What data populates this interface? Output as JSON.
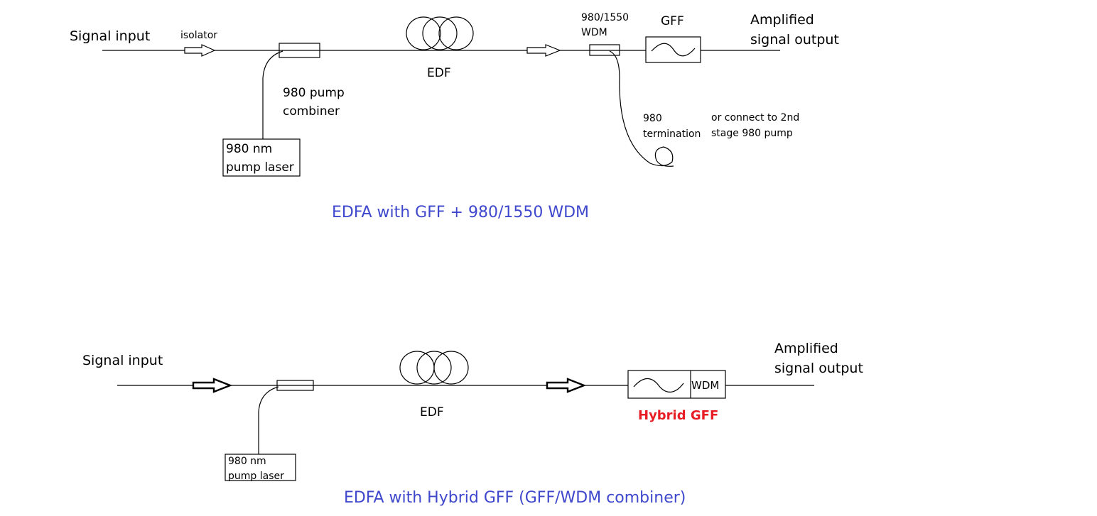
{
  "top": {
    "signal_input": "Signal input",
    "isolator": "isolator",
    "pump_combiner": [
      "980 pump",
      "combiner"
    ],
    "pump_laser": [
      "980 nm",
      "pump laser"
    ],
    "edf": "EDF",
    "wdm": [
      "980/1550",
      "WDM"
    ],
    "gff": "GFF",
    "output": [
      "Amplified",
      "signal output"
    ],
    "termination": [
      "980",
      "termination"
    ],
    "second_stage": [
      "or connect to 2nd",
      "stage 980 pump"
    ],
    "caption": "EDFA with GFF + 980/1550 WDM"
  },
  "bottom": {
    "signal_input": "Signal input",
    "edf": "EDF",
    "pump_laser": [
      "980 nm",
      "pump laser"
    ],
    "wdm": "WDM",
    "hybrid_gff": "Hybrid GFF",
    "output": [
      "Amplified",
      "signal output"
    ],
    "caption": "EDFA with Hybrid GFF (GFF/WDM combiner)"
  },
  "colors": {
    "caption": "#3f48cc",
    "hybrid_label": "#e81c24"
  }
}
